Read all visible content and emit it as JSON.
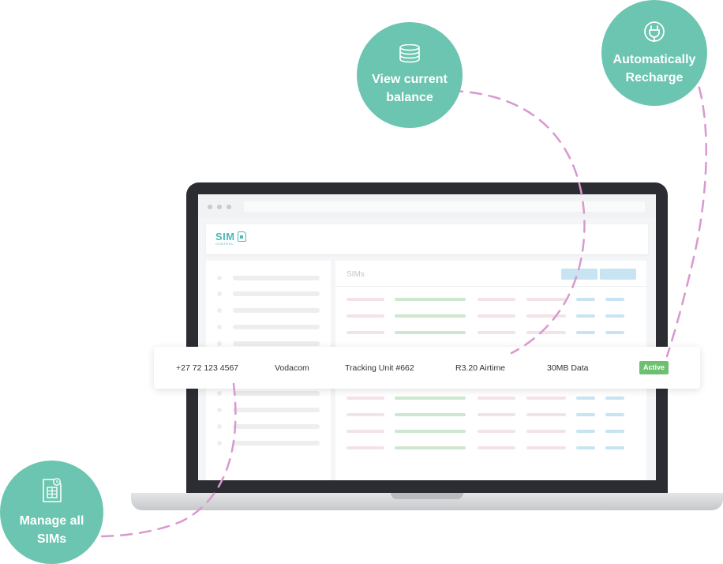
{
  "callouts": {
    "balance": {
      "label": "View current\nbalance",
      "icon": "coins-icon"
    },
    "recharge": {
      "label": "Automatically\nRecharge",
      "icon": "plug-icon"
    },
    "manage": {
      "label": "Manage all\nSIMs",
      "icon": "sim-card-icon"
    }
  },
  "app": {
    "logo_text": "SIM",
    "logo_sub": "CONTROL",
    "panel_title": "SIMs"
  },
  "sim_row": {
    "number": "+27 72 123 4567",
    "network": "Vodacom",
    "name": "Tracking Unit #662",
    "airtime": "R3.20 Airtime",
    "data": "30MB Data",
    "status": "Active"
  },
  "colors": {
    "accent": "#6bc5b0",
    "dashed_line": "#d898d0",
    "active_badge": "#6cc070",
    "logo": "#4db6b6"
  }
}
